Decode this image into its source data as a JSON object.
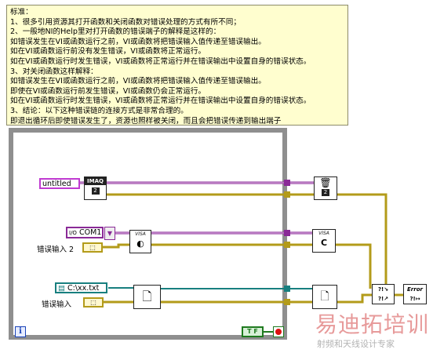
{
  "note": {
    "lines": [
      "标准：",
      "1、很多引用资源其打开函数和关闭函数对错误处理的方式有所不同；",
      "2、一般地NI的Help里对打开函数的错误端子的解释是这样的：",
      "如错误发生在VI或函数运行之前，VI或函数将把错误输入值传递至错误输出。",
      "如在VI或函数运行前没有发生错误，VI或函数将正常运行。",
      "如在VI或函数运行时发生错误，VI或函数将正常运行并在错误输出中设置自身的错误状态。",
      "3、对关闭函数这样解释：",
      "如错误发生在VI或函数运行之前，VI或函数将把错误输入值传递至错误输出。",
      "即使在VI或函数运行前发生错误，VI或函数仍会正常运行。",
      "如在VI或函数运行时发生错误，VI或函数将正常运行并在错误输出中设置自身的错误状态。",
      "3、结论：以下这种错误链的连接方式是非常合理的。",
      "即退出循环后即使错误发生了，资源也照样被关闭，而且会把错误传递到输出端子"
    ]
  },
  "diagram": {
    "imaq_const": "untitled",
    "imaq_label": "IMAQ",
    "com_const": "COM1",
    "err_in_1": "错误输入 2",
    "err_cluster_1": "⬚",
    "visa_label": "VISA",
    "file_const": "C:\\xx.txt",
    "err_in_2": "错误输入",
    "bool_const": "T F",
    "info_glyph": "i"
  },
  "watermark": {
    "main": "易迪拓培训",
    "sub": "射频和天线设计专家"
  },
  "colors": {
    "note_bg": "#fffecf",
    "loop_border": "#8f8f8f",
    "err_wire": "#b39b1a",
    "visa_wire": "#8a2a97",
    "path_wire": "#187f7f",
    "bool_wire": "#1f7a1f"
  }
}
